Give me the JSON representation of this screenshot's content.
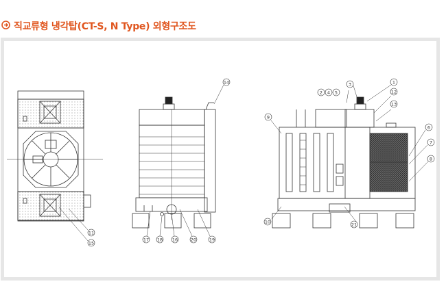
{
  "header": {
    "icon": "circle-arrow-right-icon",
    "title": "직교류형 냉각탑(CT-S, N Type) 외형구조도",
    "title_color": "#e0561f"
  },
  "drawing": {
    "icon": "cooling-tower-diagram",
    "callouts": {
      "plan": [
        "11",
        "15"
      ],
      "front": [
        "14",
        "17",
        "18",
        "16",
        "20",
        "19"
      ],
      "side": [
        "1",
        "2",
        "4",
        "5",
        "3",
        "12",
        "13",
        "9",
        "6",
        "7",
        "8",
        "10",
        "21"
      ]
    }
  }
}
